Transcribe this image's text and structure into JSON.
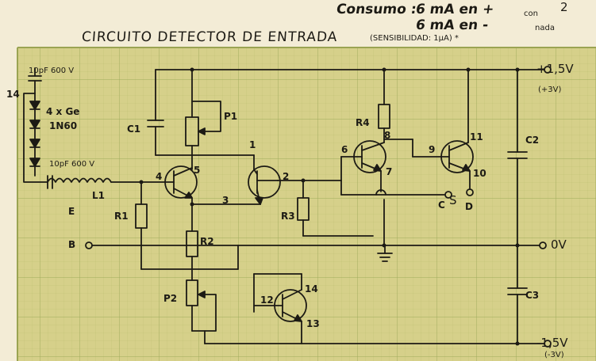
{
  "page": {
    "number": "2",
    "title": "CIRCUITO DETECTOR DE ENTRADA",
    "subtitle": "(SENSIBILIDAD: 1µA) *",
    "consumption_label": "Consumo :",
    "consumption_line_1": "6 mA en +",
    "consumption_line_2": "6 mA en -",
    "consumption_note_1": "con",
    "consumption_note_2": "nada"
  },
  "input_network": {
    "capacitor_top": "10pF 600 V",
    "diodes": "4 x Ge",
    "diode_type": "1N60",
    "capacitor_mid": "10pF 600 V",
    "coil": "L1",
    "input_e": "E",
    "input_b": "B",
    "left_mark": "14"
  },
  "components": {
    "c1": "C1",
    "p1": "P1",
    "r1": "R1",
    "r2": "R2",
    "r3": "R3",
    "r4": "R4",
    "p2": "P2",
    "c2": "C2",
    "c3": "C3"
  },
  "nodes": {
    "n1": "1",
    "n2": "2",
    "n3": "3",
    "n4": "4",
    "n5": "5",
    "n6": "6",
    "n7": "7",
    "n8": "8",
    "n9": "9",
    "n10": "10",
    "n11": "11",
    "n12": "12",
    "n13": "13",
    "n14": "14"
  },
  "terminals": {
    "c": "C",
    "s": "S",
    "d": "D",
    "vplus": "+1,5V",
    "vplus_note": "(+3V)",
    "zero": "0V",
    "vminus": "-1,5V",
    "vminus_note": "(-3V)"
  },
  "colors": {
    "paper": "#f3ecd6",
    "grid_fill": "#d6d08a",
    "grid_line": "#8e9f4c",
    "ink": "#1c1a14"
  }
}
